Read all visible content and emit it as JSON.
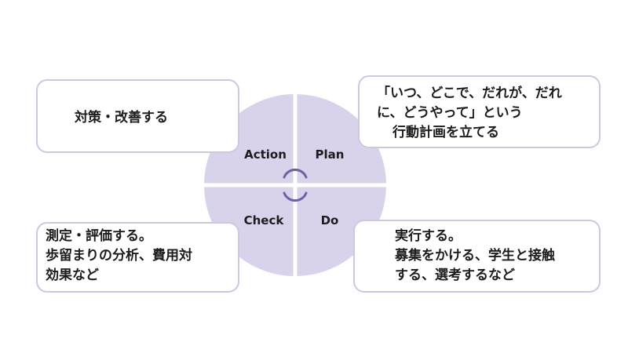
{
  "cycle": {
    "quadrants": {
      "action": "Action",
      "plan": "Plan",
      "check": "Check",
      "do": "Do"
    },
    "colors": {
      "fill": "#d8d2ea",
      "arrow": "#6f5fa3",
      "box_border": "#cfc7e2"
    }
  },
  "boxes": {
    "action": {
      "lines": [
        "対策・改善する"
      ]
    },
    "plan": {
      "lines": [
        "「いつ、どこで、だれが、だれ",
        "に、どうやって」という",
        "行動計画を立てる"
      ]
    },
    "check": {
      "lines": [
        "測定・評価する。",
        "歩留まりの分析、費用対",
        "効果など"
      ]
    },
    "do": {
      "lines": [
        "実行する。",
        "募集をかける、学生と接触",
        "する、選考するなど"
      ]
    }
  }
}
